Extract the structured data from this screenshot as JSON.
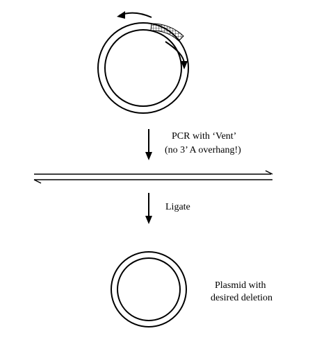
{
  "step1": {
    "line1": "PCR with ‘Vent’",
    "line2": "(no 3’ A overhang!)"
  },
  "step2": {
    "label": "Ligate"
  },
  "result": {
    "line1": "Plasmid with",
    "line2": "desired deletion"
  },
  "colors": {
    "ink": "#000000",
    "background": "#ffffff"
  }
}
